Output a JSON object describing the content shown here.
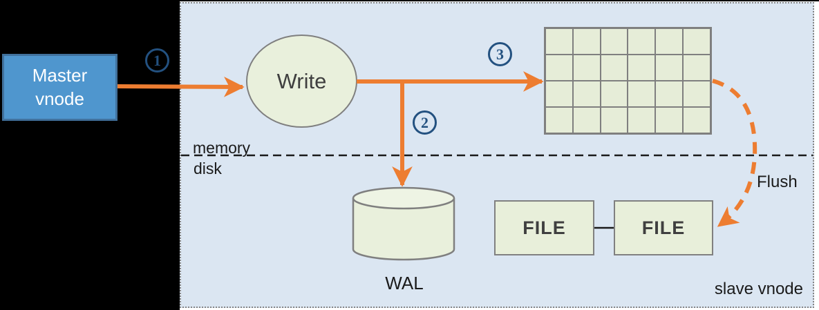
{
  "colors": {
    "accent_orange": "#ed7d31",
    "panel_blue": "#dbe6f2",
    "shape_green": "#e8efda",
    "shape_border_gray": "#7f7f7f",
    "master_fill_blue": "#4f96ce",
    "master_border_blue": "#41719c",
    "step_badge_blue": "#235180"
  },
  "diagram": {
    "master": {
      "label": "Master\nvnode"
    },
    "write": {
      "label": "Write"
    },
    "steps": [
      {
        "n": "1"
      },
      {
        "n": "2"
      },
      {
        "n": "3"
      }
    ],
    "memtable": {
      "rows": 4,
      "cols": 6
    },
    "wal": {
      "label": "WAL"
    },
    "files": [
      {
        "label": "FILE"
      },
      {
        "label": "FILE"
      }
    ],
    "partition": {
      "above": "memory",
      "below": "disk"
    },
    "flush": {
      "label": "Flush"
    },
    "slave": {
      "label": "slave vnode"
    }
  }
}
